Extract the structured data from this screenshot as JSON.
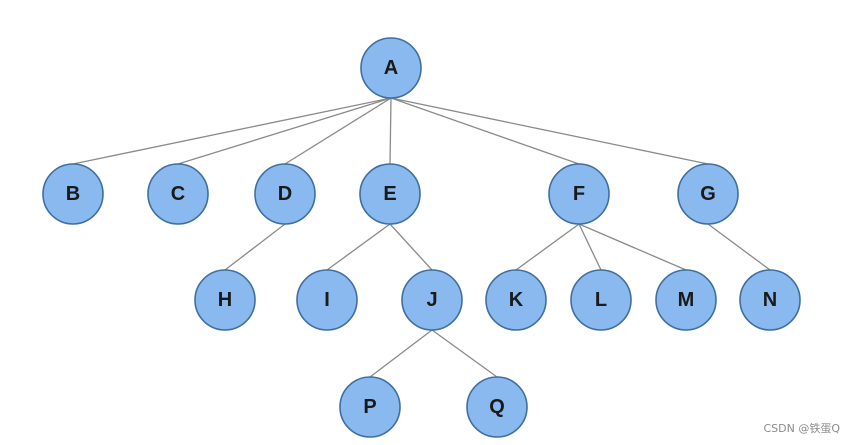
{
  "diagram": {
    "type": "tree",
    "colors": {
      "node_fill": "#8ab9ef",
      "node_border": "#3f6f9f",
      "edge": "#8a8a8a",
      "label": "#1a1a1a"
    },
    "nodes": [
      "A",
      "B",
      "C",
      "D",
      "E",
      "F",
      "G",
      "H",
      "I",
      "J",
      "K",
      "L",
      "M",
      "N",
      "P",
      "Q"
    ],
    "edges": [
      [
        "A",
        "B"
      ],
      [
        "A",
        "C"
      ],
      [
        "A",
        "D"
      ],
      [
        "A",
        "E"
      ],
      [
        "A",
        "F"
      ],
      [
        "A",
        "G"
      ],
      [
        "D",
        "H"
      ],
      [
        "E",
        "I"
      ],
      [
        "E",
        "J"
      ],
      [
        "F",
        "K"
      ],
      [
        "F",
        "L"
      ],
      [
        "F",
        "M"
      ],
      [
        "G",
        "N"
      ],
      [
        "J",
        "P"
      ],
      [
        "J",
        "Q"
      ]
    ]
  },
  "watermark": {
    "text": "CSDN @铁蛋Q"
  }
}
